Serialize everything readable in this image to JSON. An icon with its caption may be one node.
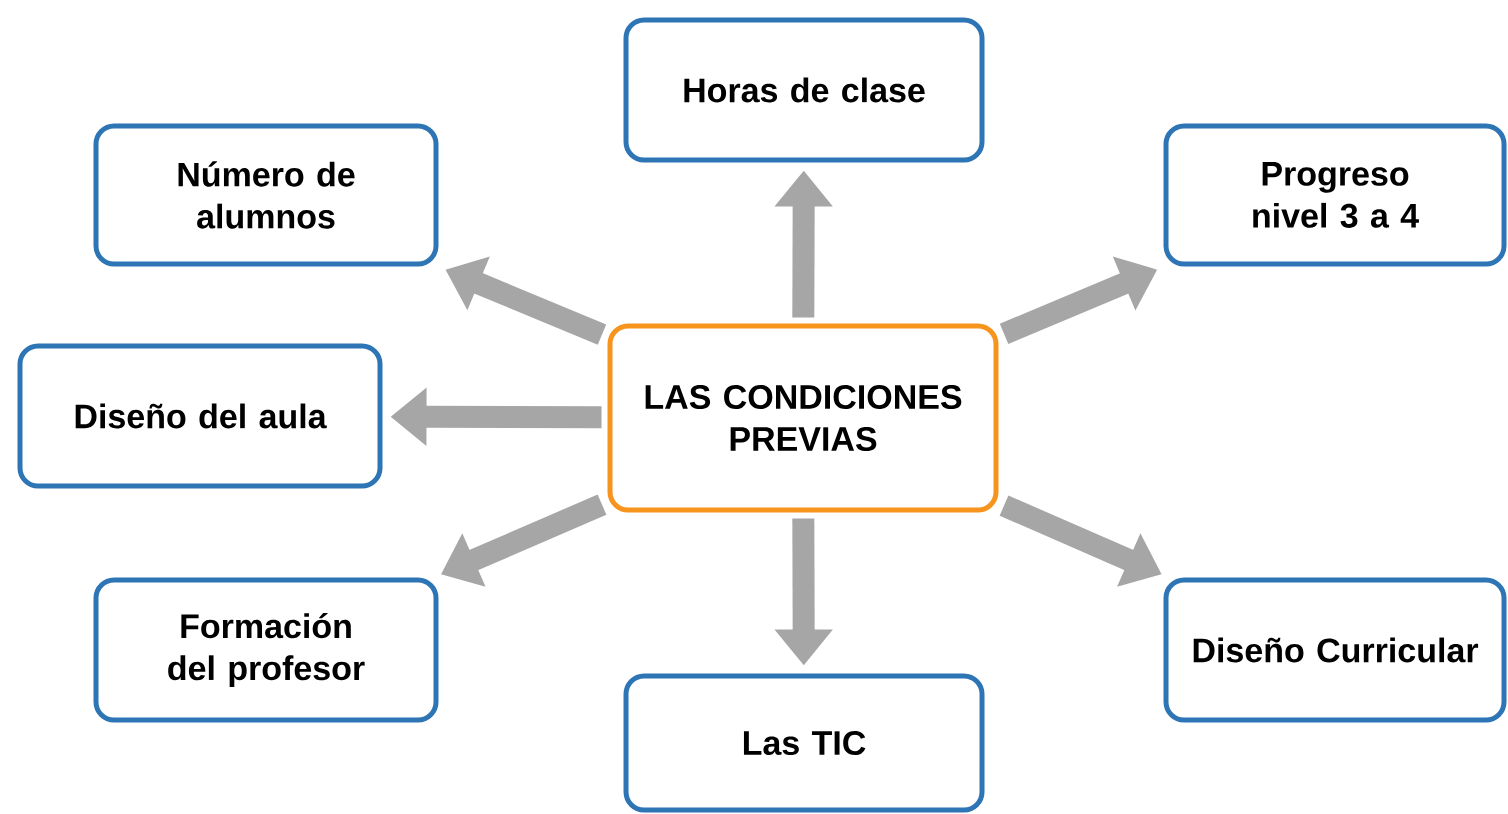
{
  "diagram": {
    "nodes": [
      {
        "text": [
          "Horas de clase"
        ]
      },
      {
        "text": [
          "Número de alumnos"
        ]
      },
      {
        "text": [
          "Progreso nivel 3 a 4"
        ]
      },
      {
        "text": [
          "Diseño del aula"
        ]
      },
      {
        "text": [
          "LAS CONDICIONES PREVIAS"
        ]
      },
      {
        "text": [
          "Formación del profesor"
        ]
      },
      {
        "text": [
          "Diseño Curricular"
        ]
      },
      {
        "text": [
          "Las TIC"
        ]
      }
    ],
    "edges": [
      {
        "from": 4,
        "to": 0,
        "arrow": "to"
      },
      {
        "from": 4,
        "to": 1,
        "arrow": "to"
      },
      {
        "from": 4,
        "to": 2,
        "arrow": "to"
      },
      {
        "from": 4,
        "to": 3,
        "arrow": "to"
      },
      {
        "from": 4,
        "to": 5,
        "arrow": "to"
      },
      {
        "from": 4,
        "to": 6,
        "arrow": "to"
      },
      {
        "from": 4,
        "to": 7,
        "arrow": "to"
      }
    ]
  }
}
